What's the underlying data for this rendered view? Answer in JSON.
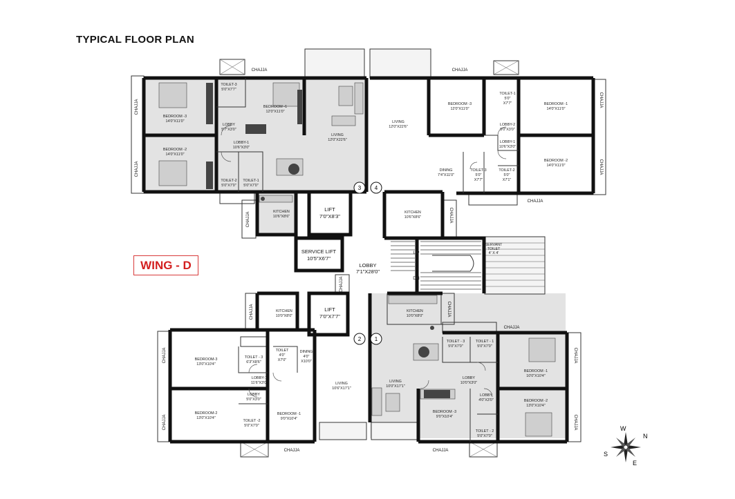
{
  "title": "TYPICAL FLOOR PLAN",
  "wing_label": "WING - D",
  "colors": {
    "wing_label": "#d31f1f",
    "wall": "#111111",
    "grey_floor": "#e3e3e3"
  },
  "units": {
    "unit3": {
      "marker": "3",
      "rooms": {
        "bedroom3": [
          "BEDROOM -3",
          "14'0\"X11'0\""
        ],
        "toilet3": [
          "TOILET-3",
          "5'0\"X7'7\""
        ],
        "bedroom1": [
          "BEDROOM -1",
          "12'0\"X11'0\""
        ],
        "lobby_small": [
          "LOBBY",
          "5'7\"X3'0\""
        ],
        "lobby1": [
          "LOBBY-1",
          "10'6\"X3'0\""
        ],
        "bedroom2": [
          "BEDROOM -2",
          "14'0\"X11'0\""
        ],
        "toilet2": [
          "TOILET-2",
          "5'0\"X7'0\""
        ],
        "toilet1": [
          "TOILET-1",
          "5'0\"X7'0\""
        ],
        "living": [
          "LIVING",
          "12'0\"X22'6\""
        ],
        "kitchen": [
          "KITCHEN",
          "10'6\"X8'6\""
        ]
      }
    },
    "unit4": {
      "marker": "4",
      "rooms": {
        "living": [
          "LIVING",
          "12'0\"X22'6\""
        ],
        "bedroom3": [
          "BEDROOM -3",
          "12'0\"X11'0\""
        ],
        "toilet1": [
          "TOILET-1",
          "5'0\"",
          "X7'7\""
        ],
        "bedroom1": [
          "BEDROOM -1",
          "14'0\"X11'0\""
        ],
        "lobby2": [
          "LOBBY-2",
          "5'0\"X3'0\""
        ],
        "lobby1": [
          "LOBBY-1",
          "10'6\"X3'0\""
        ],
        "dining": [
          "DINING",
          "7'4\"X11'0\""
        ],
        "toilet3": [
          "TOILET-3",
          "5'0\"",
          "X7'7\""
        ],
        "toilet2": [
          "TOILET-2",
          "5'0\"",
          "X7'1\""
        ],
        "bedroom2": [
          "BEDROOM -2",
          "14'0\"X11'0\""
        ],
        "kitchen": [
          "KITCHEN",
          "10'6\"X8'6\""
        ]
      }
    },
    "unit2": {
      "marker": "2",
      "rooms": {
        "kitchen": [
          "KITCHEN",
          "10'0\"X8'0\""
        ],
        "bedroom3": [
          "BEDROOM-3",
          "13'0\"X10'4\""
        ],
        "toilet3": [
          "TOILET - 3",
          "6'3\"X8'6\""
        ],
        "toilet": [
          "TOILET",
          "4'0\"",
          "X7'0\""
        ],
        "dining": [
          "DINING",
          "4'0\"",
          "X10'0\""
        ],
        "lobby1": [
          "LOBBY-1",
          "11'6\"X3'0\""
        ],
        "lobby_small": [
          "LOBBY",
          "5'0\"X3'0\""
        ],
        "bedroom2": [
          "BEDROOM-2",
          "13'0\"X10'4\""
        ],
        "toilet2": [
          "TOILET -2",
          "5'0\"X7'0\""
        ],
        "bedroom1": [
          "BEDROOM -1",
          "9'0\"X10'4\""
        ],
        "living": [
          "LIVING",
          "10'6\"X17'1\""
        ]
      }
    },
    "unit1": {
      "marker": "1",
      "rooms": {
        "kitchen": [
          "KITCHEN",
          "10'0\"X8'0\""
        ],
        "toilet3": [
          "TOILET - 3",
          "5'0\"X7'0\""
        ],
        "toilet1": [
          "TOILET - 1",
          "5'0\"X7'0\""
        ],
        "lobby": [
          "LOBBY",
          "10'0\"X3'0\""
        ],
        "bedroom1": [
          "BEDROOM -1",
          "10'0\"X10'4\""
        ],
        "living": [
          "LIVING",
          "10'0\"X17'1\""
        ],
        "lobby_small": [
          "LOBBY",
          "4'0\"X3'0\""
        ],
        "bedroom2": [
          "BEDROOM -2",
          "13'0\"X10'4\""
        ],
        "bedroom3": [
          "BEDROOM -3",
          "9'0\"X10'4\""
        ],
        "toilet2": [
          "TOILET - 2",
          "5'0\"X7'0\""
        ]
      }
    }
  },
  "core": {
    "lift_top": [
      "LIFT",
      "7'0\"X8'3\""
    ],
    "service_lift": [
      "SERVICE LIFT",
      "10'5\"X6'7\""
    ],
    "lobby": [
      "LOBBY",
      "7'1\"X28'0\""
    ],
    "lift_bottom": [
      "LIFT",
      "7'0\"X7'7\""
    ],
    "up": "UP",
    "dn": "DN",
    "servant_toilet": [
      "SERVANT",
      "TOILET",
      "4' X 4'"
    ]
  },
  "chajja": "CHAJJA",
  "compass": {
    "w": "W",
    "n": "N",
    "s": "S",
    "e": "E"
  }
}
